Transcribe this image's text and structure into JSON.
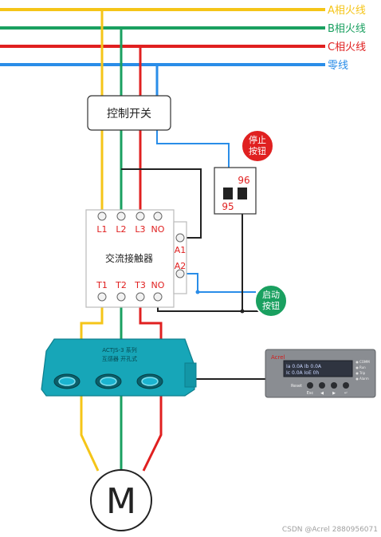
{
  "bus_lines": [
    {
      "label": "A相火线",
      "color": "#f5c518"
    },
    {
      "label": "B相火线",
      "color": "#1aa060"
    },
    {
      "label": "C相火线",
      "color": "#e02020"
    },
    {
      "label": "零线",
      "color": "#2a8de8"
    }
  ],
  "control_switch": {
    "label": "控制开关"
  },
  "stop_button": {
    "label_line1": "停止",
    "label_line2": "按钮",
    "terminal_top": "96",
    "terminal_bottom": "95",
    "color": "#e02020"
  },
  "start_button": {
    "label_line1": "启动",
    "label_line2": "按钮",
    "color": "#1aa060"
  },
  "contactor": {
    "label": "交流接触器",
    "top_terminals": [
      "L1",
      "L2",
      "L3",
      "NO"
    ],
    "bottom_terminals": [
      "T1",
      "T2",
      "T3",
      "NO"
    ],
    "coil_terminals": [
      "A1",
      "A2"
    ]
  },
  "transformer": {
    "nameplate_line1": "ACTJS-3 系列",
    "nameplate_line2": "互感器 开孔式"
  },
  "protector": {
    "brand": "Acrel",
    "display_row1": "Ia  0.0A Ib  0.0A",
    "display_row2": "Ic  0.0A IoE  0h",
    "leds": [
      "COMM",
      "Run",
      "Trip",
      "Alarm"
    ],
    "keys": [
      "Reset",
      "Esc",
      "◀",
      "▶",
      "↵"
    ]
  },
  "motor": {
    "label": "M"
  },
  "watermark": "CSDN @Acrel 2880956071"
}
